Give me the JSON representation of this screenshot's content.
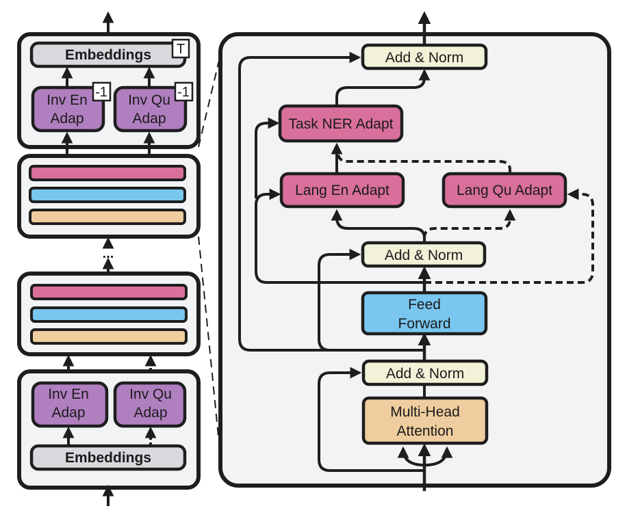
{
  "left_stack": {
    "top_block": {
      "embeddings_label": "Embeddings",
      "embeddings_superscript": "T",
      "inv_en_label_line1": "Inv En",
      "inv_en_label_line2": "Adap",
      "inv_en_superscript": "-1",
      "inv_qu_label_line1": "Inv Qu",
      "inv_qu_label_line2": "Adap",
      "inv_qu_superscript": "-1"
    },
    "ellipsis": "...",
    "bottom_block": {
      "inv_en_label_line1": "Inv En",
      "inv_en_label_line2": "Adap",
      "inv_qu_label_line1": "Inv Qu",
      "inv_qu_label_line2": "Adap",
      "embeddings_label": "Embeddings"
    }
  },
  "detail": {
    "add_norm_top": "Add & Norm",
    "task_ner_adapt": "Task NER Adapt",
    "lang_en_adapt": "Lang En Adapt",
    "lang_qu_adapt": "Lang Qu Adapt",
    "add_norm_middle": "Add & Norm",
    "feed_forward_line1": "Feed",
    "feed_forward_line2": "Forward",
    "add_norm_bottom": "Add & Norm",
    "mha_line1": "Multi-Head",
    "mha_line2": "Attention"
  },
  "colors": {
    "panel_bg": "#f2f3f5",
    "stroke": "#1e1e1e",
    "embeddings": "#d7d9dd",
    "inv_adapter": "#b07fc0",
    "task_adapter": "#d9709b",
    "lang_adapter": "#d9709b",
    "add_norm": "#f2f2d8",
    "feed_forward": "#79c6ef",
    "mha": "#efcd9f",
    "layer_pink": "#d9709b",
    "layer_blue": "#79c6ef",
    "layer_tan": "#efcd9f"
  }
}
